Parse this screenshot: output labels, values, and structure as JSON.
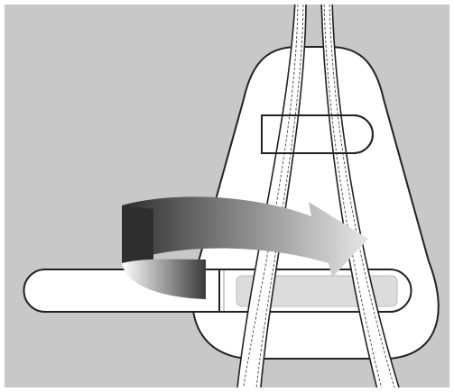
{
  "diagram": {
    "colors": {
      "frame": "#ffffff",
      "background": "#c8c8c8",
      "outline": "#222222",
      "pad": "#ffffff",
      "strap_shaded": "#dcdcdc",
      "arrow_dark": "#2e2e2e",
      "arrow_light": "#e8e8e8"
    },
    "elements": {
      "belt_pad": "belt-pad",
      "upper_slot_loop": "upper-slot-loop",
      "lower_strap": "lower-strap",
      "left_harness_strap": "left-harness-strap",
      "right_harness_strap": "right-harness-strap",
      "wrap_arrow": "wrap-arrow"
    }
  }
}
